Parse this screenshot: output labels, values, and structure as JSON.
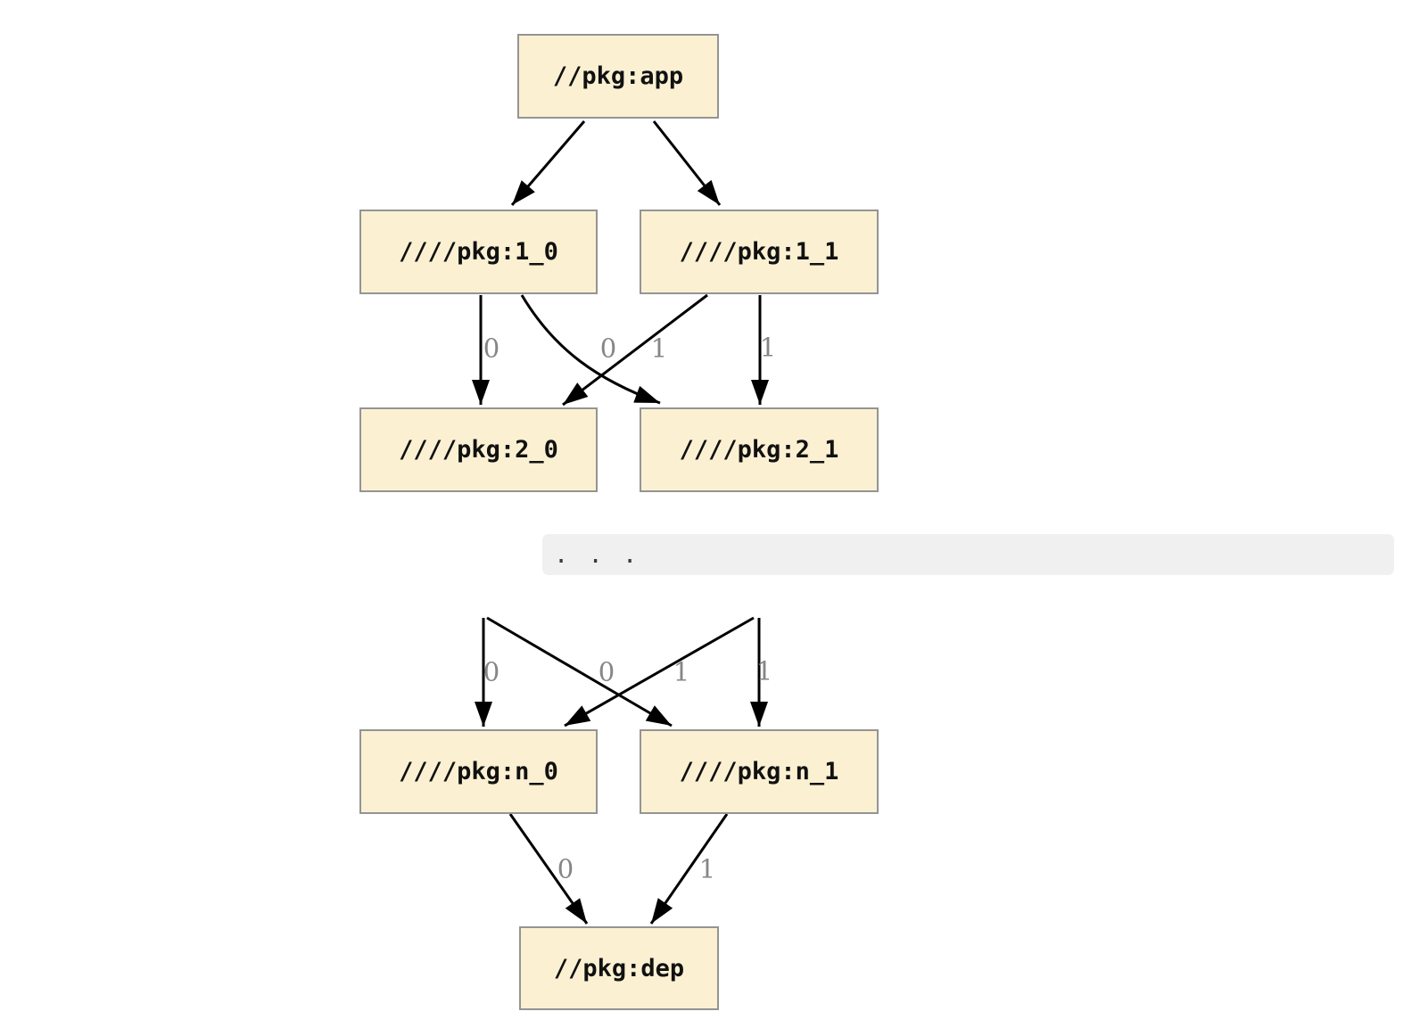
{
  "colors": {
    "node_fill": "#FBF1D2",
    "node_border": "#949494",
    "node_text": "#111111",
    "edge_color": "#000000",
    "edge_label_color": "#868686",
    "band_bg": "#F0F0F0"
  },
  "nodes": {
    "app": {
      "label": "//pkg:app"
    },
    "v1_0": {
      "label": "////pkg:1_0"
    },
    "v1_1": {
      "label": "////pkg:1_1"
    },
    "v2_0": {
      "label": "////pkg:2_0"
    },
    "v2_1": {
      "label": "////pkg:2_1"
    },
    "vn_0": {
      "label": "////pkg:n_0"
    },
    "vn_1": {
      "label": "////pkg:n_1"
    },
    "dep": {
      "label": "//pkg:dep"
    }
  },
  "ellipsis": ". . .",
  "edge_labels": {
    "e1_0_to_2_0": "0",
    "e1_1_to_2_0": "0",
    "e1_0_to_2_1": "1",
    "e1_1_to_2_1": "1",
    "eprev_to_n_0": "0",
    "eprev_cross_to_n_0": "0",
    "eprev_cross_to_n_1": "1",
    "eprev_to_n_1": "1",
    "en_0_to_dep": "0",
    "en_1_to_dep": "1"
  }
}
